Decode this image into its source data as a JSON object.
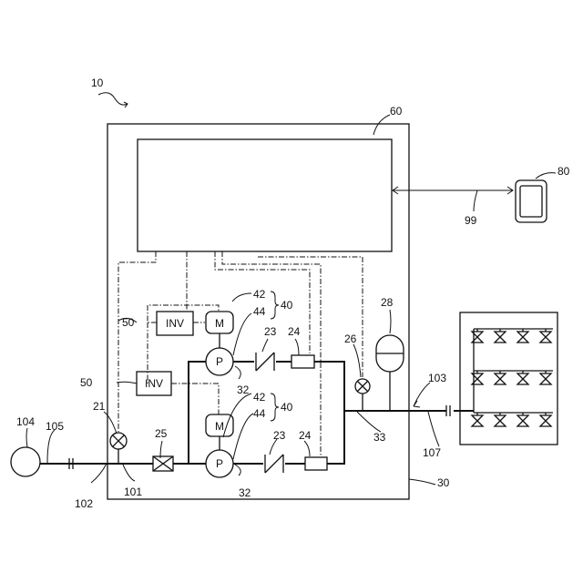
{
  "labels": {
    "system": "10",
    "controller": "60",
    "terminal": "80",
    "network": "99",
    "motor_pump_unit": "40",
    "motor_pump_unit_b": "40",
    "motor_ref": "42",
    "motor_ref_b": "42",
    "pump_ref": "44",
    "pump_ref_b": "44",
    "check_valve": "23",
    "check_valve_b": "23",
    "sensor": "24",
    "sensor_b": "24",
    "valve_out": "26",
    "tank": "28",
    "outlet": "103",
    "inverter": "50",
    "inverter_b": "50",
    "suction_pipe": "32",
    "suction_pipe_b": "32",
    "valve_in": "21",
    "strainer": "25",
    "source": "104",
    "source_pipe": "105",
    "inlet_pipe": "101",
    "inlet": "102",
    "discharge": "33",
    "supply_pipe": "107",
    "housing": "30"
  },
  "boxes": {
    "inv_upper": "INV",
    "inv_lower": "INV",
    "motor_upper": "M",
    "motor_lower": "M",
    "pump_upper": "P",
    "pump_lower": "P"
  }
}
